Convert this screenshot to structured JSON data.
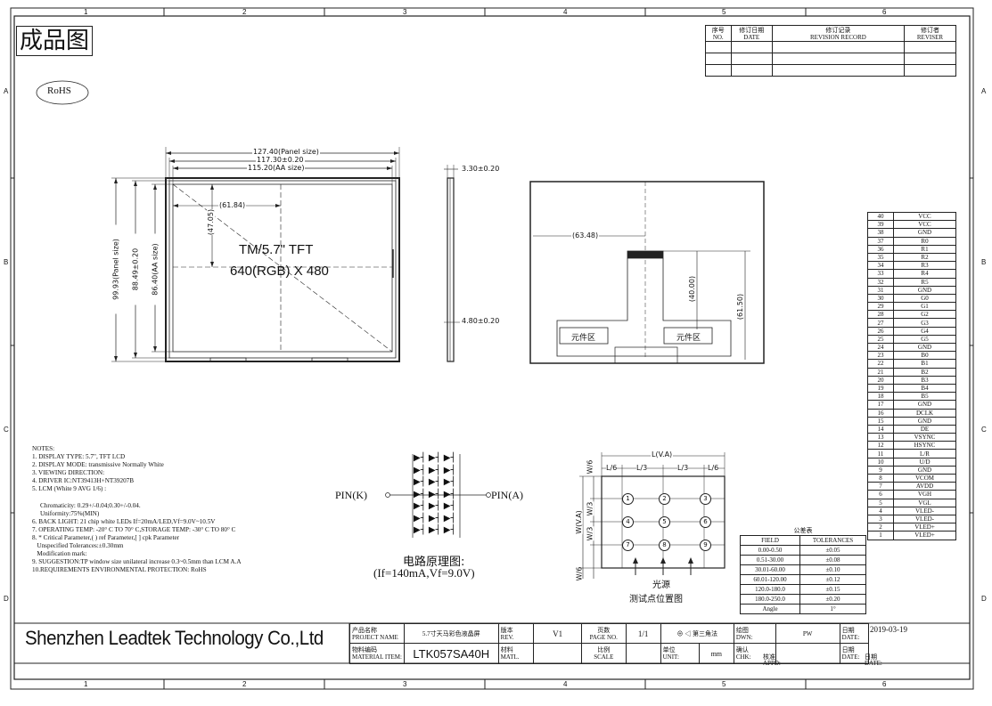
{
  "title": "成品图",
  "rohs": "RoHS",
  "zones": [
    "1",
    "2",
    "3",
    "4",
    "5",
    "6"
  ],
  "rows": [
    "A",
    "B",
    "C",
    "D"
  ],
  "revision": {
    "no": "序号\nNO.",
    "date": "修订日期\nDATE",
    "record": "修订记录\nREVISION RECORD",
    "reviser": "修订者\nREVISER"
  },
  "front": {
    "panel_width": "127.40(Panel size)",
    "outline_width": "117.30±0.20",
    "aa_width": "115.20(AA size)",
    "panel_height": "99.93(Panel size)",
    "outline_height": "88.49±0.20",
    "aa_height": "86.40(AA size)",
    "center_x": "(61.84)",
    "center_y": "(47.05)",
    "model_line1": "TM/5.7\"  TFT",
    "model_line2": "640(RGB) X 480"
  },
  "side": {
    "thickness": "3.30±0.20",
    "fpc": "4.80±0.20"
  },
  "back": {
    "x_dim": "(63.48)",
    "y_dim1": "(40.00)",
    "y_dim2": "(61.50)",
    "component_area": "元件区"
  },
  "notes": [
    "NOTES:",
    "1. DISPLAY TYPE: 5.7\", TFT LCD",
    "2. DISPLAY MODE: transmissive Normally White",
    "3. VIEWING DIRECTION:",
    "4. DRIVER IC:NT39413H+NT39207B",
    "5. LCM (White 9 AVG 1/6) :",
    "",
    "     Chromaticity: 0.29+/-0.04;0.30+/-0.04.",
    "     Uniformity:75%(MIN)",
    "6. BACK LIGHT: 21 chip white LEDs If=20mA/LED,Vf=9.0V~10.5V",
    "7. OPERATING TEMP: -20° C TO 70° C,STORAGE TEMP: -30° C TO 80° C",
    "8. * Critical Parameter,( ) ref Parameter,[ ] cpk Parameter",
    "   Unspecified Tolerances:±0.30mm",
    "   Modification mark:",
    "9. SUGGESTION:TP window size unilateral increase 0.3~0.5mm than LCM A.A",
    "10.REQUIREMENTS ENVIRONMENTAL PROTECTION: RoHS"
  ],
  "circuit": {
    "pin_k": "PIN(K)",
    "pin_a": "PIN(A)",
    "caption": "电路原理图:",
    "params": "(If=140mA,Vf=9.0V)"
  },
  "test_points": {
    "width_label": "L(V.A)",
    "l6": "L/6",
    "l3": "L/3",
    "height_label": "W(V.A)",
    "w6": "W/6",
    "w3": "W/3",
    "points": [
      "1",
      "2",
      "3",
      "4",
      "5",
      "6",
      "7",
      "8",
      "9"
    ],
    "source": "光源",
    "caption": "测试点位置图"
  },
  "pins": [
    [
      "40",
      "VCC"
    ],
    [
      "39",
      "VCC"
    ],
    [
      "38",
      "GND"
    ],
    [
      "37",
      "R0"
    ],
    [
      "36",
      "R1"
    ],
    [
      "35",
      "R2"
    ],
    [
      "34",
      "R3"
    ],
    [
      "33",
      "R4"
    ],
    [
      "32",
      "R5"
    ],
    [
      "31",
      "GND"
    ],
    [
      "30",
      "G0"
    ],
    [
      "29",
      "G1"
    ],
    [
      "28",
      "G2"
    ],
    [
      "27",
      "G3"
    ],
    [
      "26",
      "G4"
    ],
    [
      "25",
      "G5"
    ],
    [
      "24",
      "GND"
    ],
    [
      "23",
      "B0"
    ],
    [
      "22",
      "B1"
    ],
    [
      "21",
      "B2"
    ],
    [
      "20",
      "B3"
    ],
    [
      "19",
      "B4"
    ],
    [
      "18",
      "B5"
    ],
    [
      "17",
      "GND"
    ],
    [
      "16",
      "DCLK"
    ],
    [
      "15",
      "GND"
    ],
    [
      "14",
      "DE"
    ],
    [
      "13",
      "VSYNC"
    ],
    [
      "12",
      "HSYNC"
    ],
    [
      "11",
      "L/R"
    ],
    [
      "10",
      "U/D"
    ],
    [
      "9",
      "GND"
    ],
    [
      "8",
      "VCOM"
    ],
    [
      "7",
      "AVDD"
    ],
    [
      "6",
      "VGH"
    ],
    [
      "5",
      "VGL"
    ],
    [
      "4",
      "VLED-"
    ],
    [
      "3",
      "VLED-"
    ],
    [
      "2",
      "VLED+"
    ],
    [
      "1",
      "VLED+"
    ]
  ],
  "tolerance": {
    "title": "公差表",
    "header_field": "FIELD",
    "header_tol": "TOLERANCES",
    "rows": [
      [
        "0.00-0.50",
        "±0.05"
      ],
      [
        "0.51-30.00",
        "±0.08"
      ],
      [
        "30.01-60.00",
        "±0.10"
      ],
      [
        "60.01-120.00",
        "±0.12"
      ],
      [
        "120.0-180.0",
        "±0.15"
      ],
      [
        "180.0-250.0",
        "±0.20"
      ],
      [
        "Angle",
        "1°"
      ]
    ]
  },
  "title_block": {
    "company": "Shenzhen Leadtek Technology Co.,Ltd",
    "project_label": "产品名称\nPROJECT NAME",
    "project_value": "5.7寸天马彩色液晶屏",
    "rev_label": "版本\nREV.",
    "rev_value": "V1",
    "page_label": "页数\nPAGE NO.",
    "page_value": "1/1",
    "angle_label": "第三角法",
    "material_label": "物料编码\nMATERIAL ITEM:",
    "material_value": "LTK057SA40H",
    "mat_label": "材料\nMATL.",
    "scale_label": "比例\nSCALE",
    "unit_label": "单位\nUNIT:",
    "unit_value": "mm",
    "dwn_label": "绘图\nDWN:",
    "dwn_value": "PW",
    "chk_label": "确认\nCHK:",
    "appd_label": "核准\nAPPD:",
    "date_label": "日期\nDATE:",
    "date_value": "2019-03-19"
  }
}
